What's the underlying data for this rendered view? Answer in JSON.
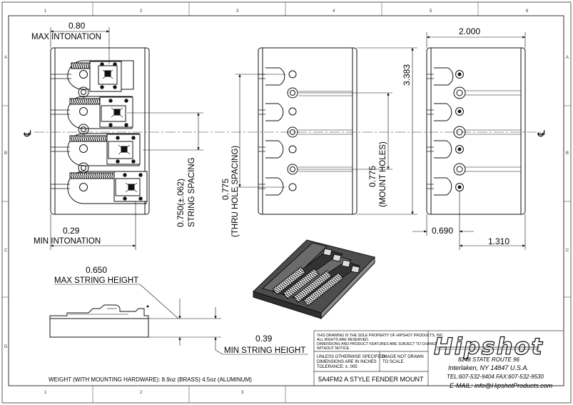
{
  "zones": {
    "top": [
      "1",
      "2",
      "3",
      "4",
      "5",
      "6"
    ],
    "bottom": [
      "1",
      "2",
      "3"
    ],
    "left": [
      "A",
      "B",
      "C",
      "D"
    ],
    "right": [
      "A",
      "B",
      "C"
    ]
  },
  "centerline": {
    "symbol": "℄"
  },
  "front_view": {
    "max_intonation_value": "0.80",
    "max_intonation_label": "MAX INTONATION",
    "min_intonation_value": "0.29",
    "min_intonation_label": "MIN INTONATION",
    "string_spacing_value": "0.750(±.062)",
    "string_spacing_label": "STRING SPACING"
  },
  "top_view": {
    "thru_hole_value": "0.775",
    "thru_hole_label": "(THRU HOLE SPACING)",
    "overall_length": "3.383",
    "mount_holes_value": "0.775",
    "mount_holes_label": "(MOUNT HOLES)"
  },
  "bottom_view": {
    "width": "2.000",
    "offset_left": "0.690",
    "offset_right": "1.310"
  },
  "side_view": {
    "max_string_height_value": "0.650",
    "max_string_height_label": "MAX STRING HEIGHT",
    "min_string_height_value": "0.39",
    "min_string_height_label": "MIN STRING HEIGHT"
  },
  "weight_note": "WEIGHT (WITH MOUNTING HARDWARE): 8.9oz (BRASS) 4.5oz (ALUMINUM)",
  "title_block": {
    "notice_line1": "THIS DRAWING IS THE SOLE PROPERTY OF HIPSHOT PRODUCTS, INC.",
    "notice_line2": "ALL RIGHTS ARE RESERVED.",
    "notice_line3": "DIMENSIONS AND PRODUCT FEATURES ARE SUBJECT TO CHANGE",
    "notice_line4": "WITHOUT NOTICE.",
    "unless_line1": "UNLESS OTHERWISE SPECIFIED:",
    "unless_line2": "DIMENSIONS ARE IN INCHES",
    "unless_line3": "TOLERANCE: ± .005",
    "scale_line1": "IMAGE NOT DRAWN",
    "scale_line2": "TO SCALE",
    "part_title": "5A4FM2  A STYLE FENDER MOUNT",
    "logo_text": "Hipshot",
    "address1": "8248 STATE ROUTE 96",
    "address2": "Interlaken, NY 14847 U.S.A.",
    "phone": "TEL:607-532-9404 FAX:607-532-9530",
    "email": "E-MAIL: info@HipshotProducts.com"
  }
}
